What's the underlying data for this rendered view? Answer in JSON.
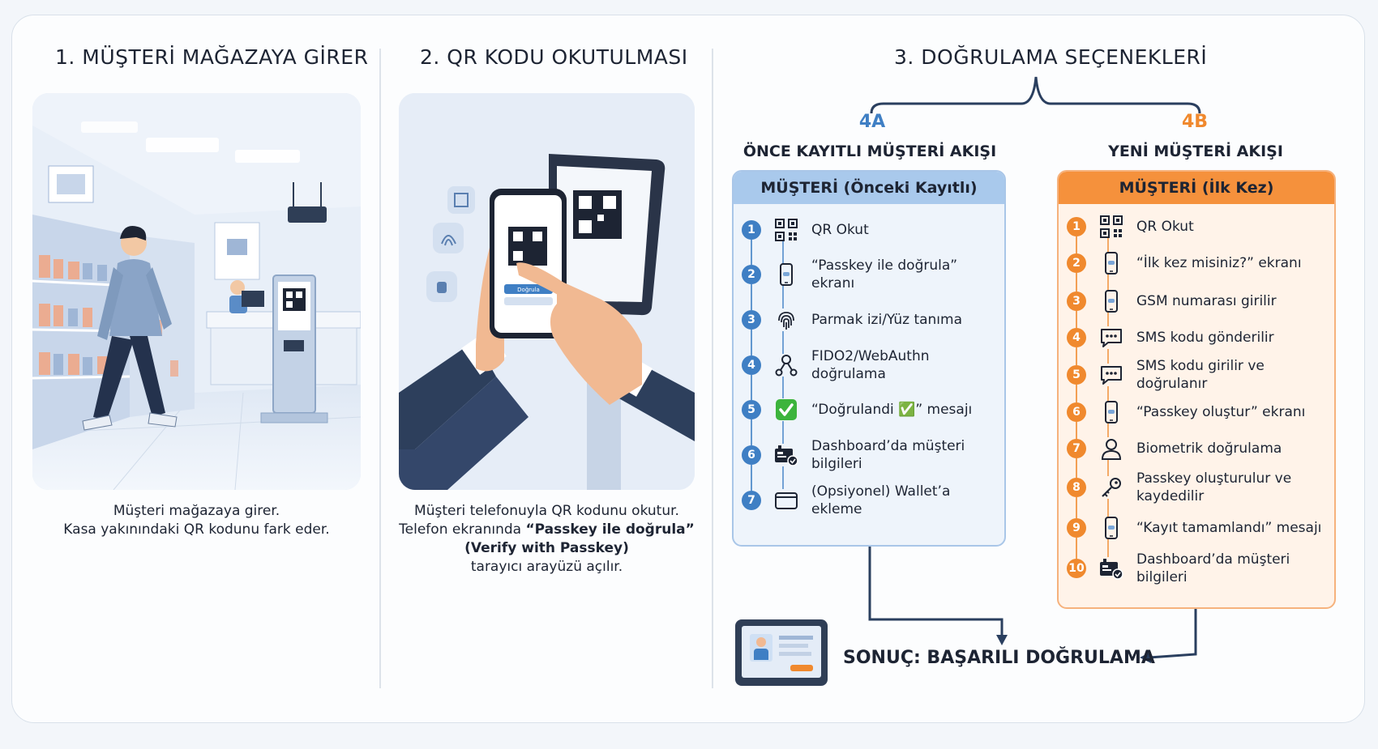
{
  "sections": {
    "s1": {
      "title": "1. MÜŞTERİ MAĞAZAYA GİRER",
      "caption_line1": "Müşteri mağazaya girer.",
      "caption_line2": "Kasa yakınındaki QR kodunu fark eder."
    },
    "s2": {
      "title": "2. QR KODU OKUTULMASI",
      "caption_line1": "Müşteri telefonuyla QR kodunu okutur.",
      "caption_line2a": "Telefon ekranında ",
      "caption_bold": "“Passkey ile doğrula” (Verify with Passkey)",
      "caption_line3": "tarayıcı arayüzü açılır.",
      "phone_button": "Doğrula"
    },
    "s3": {
      "title": "3. DOĞRULAMA SEÇENEKLERİ"
    }
  },
  "flowA": {
    "label": "4A",
    "title": "ÖNCE KAYITLI MÜŞTERİ AKIŞI",
    "box_title": "MÜŞTERİ (Önceki Kayıtlı)",
    "steps": [
      {
        "n": "1",
        "text": "QR Okut",
        "icon": "qr-icon"
      },
      {
        "n": "2",
        "text": "“Passkey ile doğrula” ekranı",
        "icon": "phone-icon"
      },
      {
        "n": "3",
        "text": "Parmak izi/Yüz tanıma",
        "icon": "fingerprint-icon"
      },
      {
        "n": "4",
        "text": "FIDO2/WebAuthn doğrulama",
        "icon": "network-icon"
      },
      {
        "n": "5",
        "text": "“Doğrulandi ✅” mesajı",
        "icon": "check-icon"
      },
      {
        "n": "6",
        "text": "Dashboard’da müşteri bilgileri",
        "icon": "dashboard-icon"
      },
      {
        "n": "7",
        "text": "(Opsiyonel) Wallet’a ekleme",
        "icon": "wallet-icon"
      }
    ]
  },
  "flowB": {
    "label": "4B",
    "title": "YENİ MÜŞTERİ AKIŞI",
    "box_title": "MÜŞTERİ (İlk Kez)",
    "steps": [
      {
        "n": "1",
        "text": "QR Okut",
        "icon": "qr-icon"
      },
      {
        "n": "2",
        "text": "“İlk kez misiniz?” ekranı",
        "icon": "phone-icon"
      },
      {
        "n": "3",
        "text": "GSM numarası girilir",
        "icon": "phone-icon"
      },
      {
        "n": "4",
        "text": "SMS kodu gönderilir",
        "icon": "chat-icon"
      },
      {
        "n": "5",
        "text": "SMS kodu girilir ve doğrulanır",
        "icon": "chat-icon"
      },
      {
        "n": "6",
        "text": "“Passkey oluştur” ekranı",
        "icon": "phone-icon"
      },
      {
        "n": "7",
        "text": "Biometrik doğrulama",
        "icon": "person-icon"
      },
      {
        "n": "8",
        "text": "Passkey oluşturulur ve kaydedilir",
        "icon": "key-icon"
      },
      {
        "n": "9",
        "text": "“Kayıt tamamlandı” mesajı",
        "icon": "phone-icon"
      },
      {
        "n": "10",
        "text": "Dashboard’da müşteri bilgileri",
        "icon": "dashboard-icon"
      }
    ]
  },
  "result": {
    "text": "SONUÇ: BAŞARILI DOĞRULAMA"
  },
  "colors": {
    "blue": "#3f7fc4",
    "blue_light": "#e7f0fa",
    "orange": "#f0892e",
    "orange_light": "#fff1e6",
    "navy": "#2a3f5f"
  }
}
